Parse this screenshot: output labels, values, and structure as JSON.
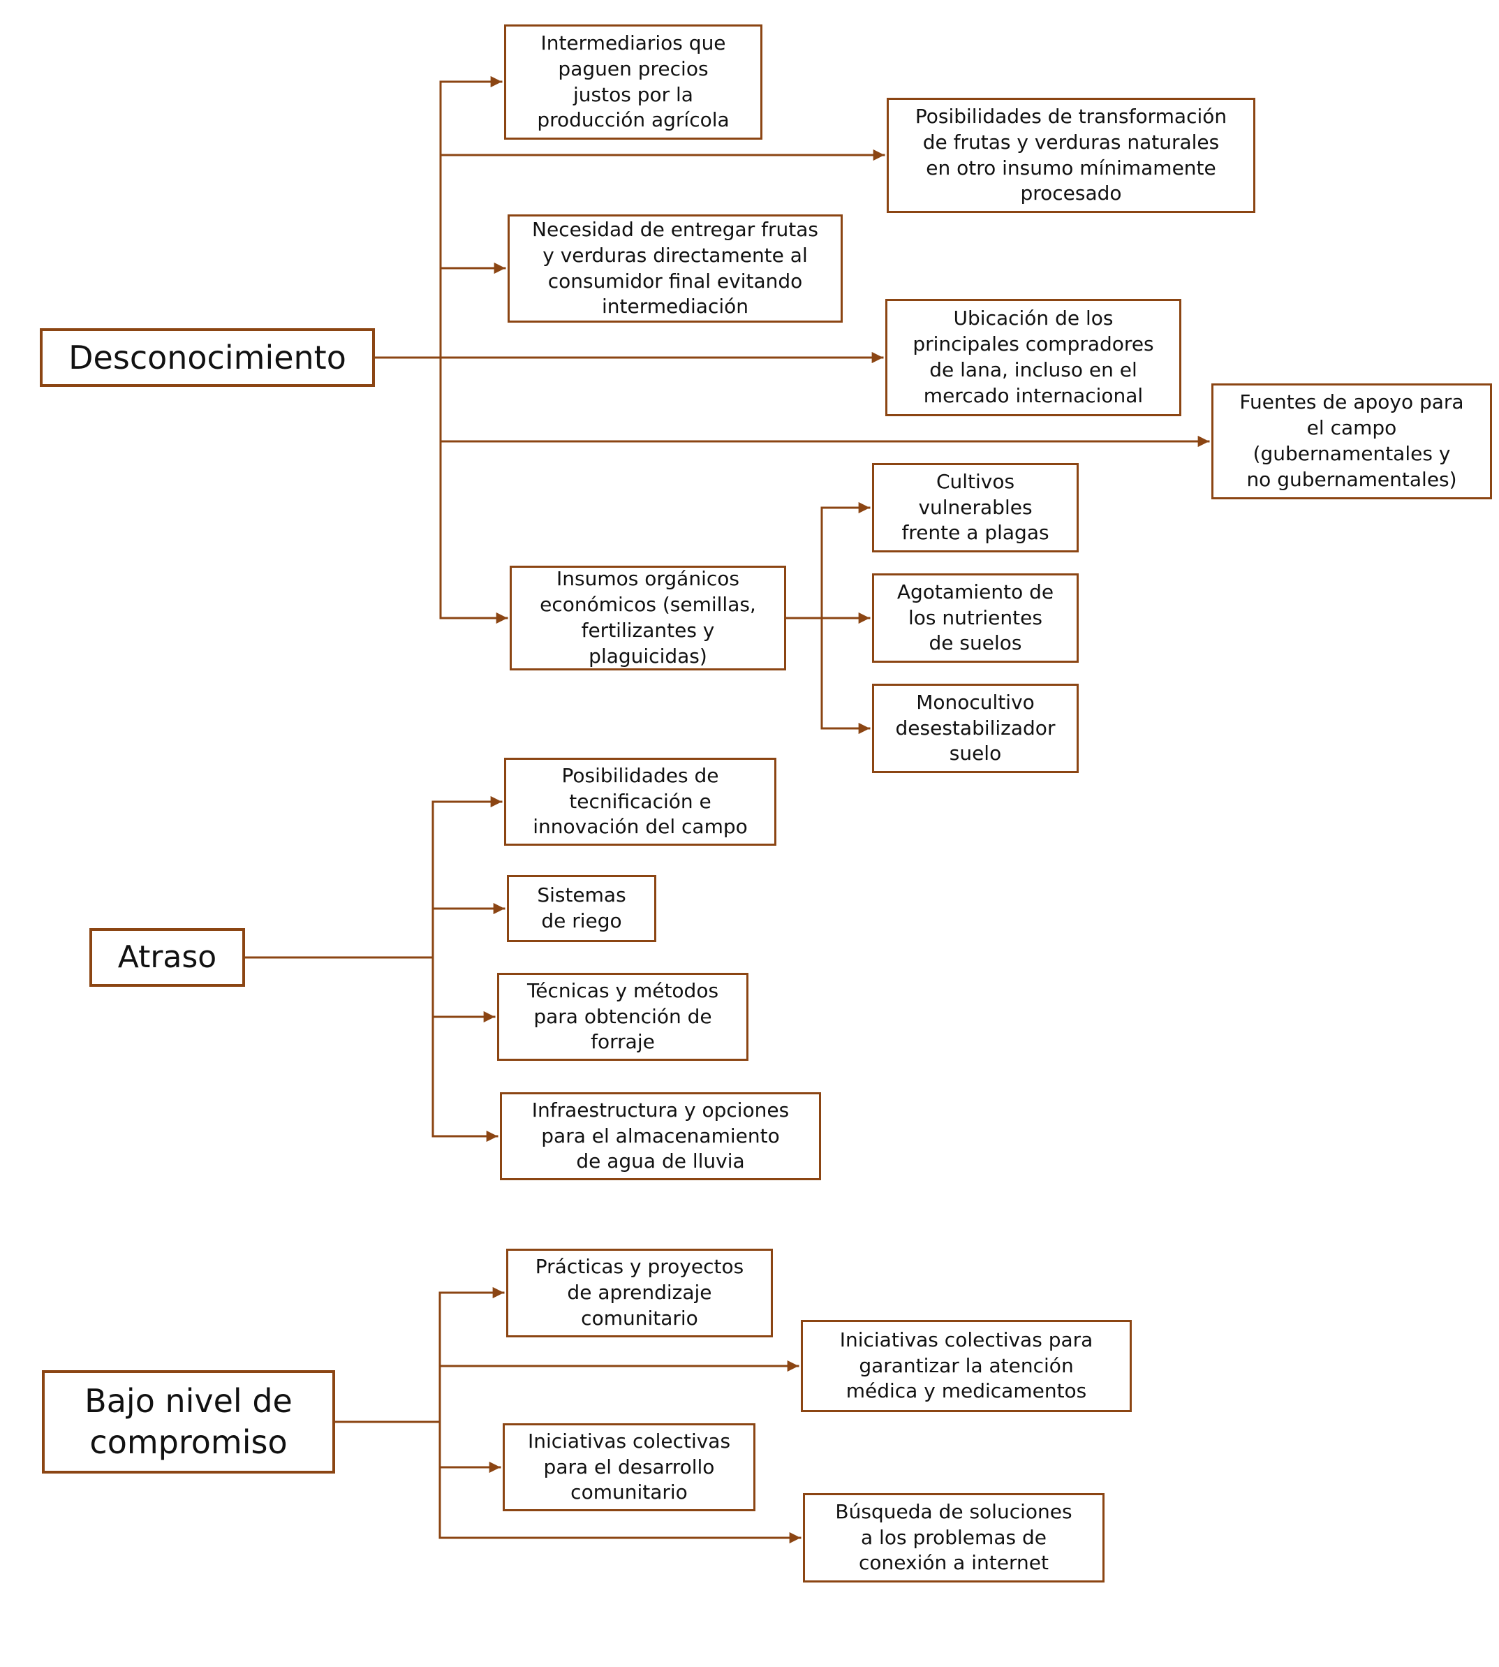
{
  "diagram": {
    "background": "#FFFFFF",
    "connector_color": "#8B4513",
    "text_color": "#111111",
    "groups": [
      {
        "root": {
          "label": "Desconocimiento"
        },
        "children": [
          {
            "label": "Intermediarios que\npaguen precios\njustos por la\nproducción agrícola"
          },
          {
            "label": "Posibilidades de transformación\nde frutas y verduras naturales\nen otro insumo mínimamente\nprocesado"
          },
          {
            "label": "Necesidad de entregar frutas\ny verduras directamente al\nconsumidor final evitando\nintermediación"
          },
          {
            "label": "Ubicación de los\nprincipales compradores\nde lana, incluso en el\nmercado internacional"
          },
          {
            "label": "Fuentes de apoyo para\nel campo\n(gubernamentales y\nno gubernamentales)"
          },
          {
            "label": "Insumos orgánicos\neconómicos (semillas,\nfertilizantes y\nplaguicidas)",
            "children": [
              {
                "label": "Cultivos\nvulnerables\nfrente a plagas"
              },
              {
                "label": "Agotamiento de\nlos nutrientes\nde suelos"
              },
              {
                "label": "Monocultivo\ndesestabilizador\nsuelo"
              }
            ]
          }
        ]
      },
      {
        "root": {
          "label": "Atraso"
        },
        "children": [
          {
            "label": "Posibilidades de\ntecnificación e\ninnovación del campo"
          },
          {
            "label": "Sistemas\nde riego"
          },
          {
            "label": "Técnicas y métodos\npara obtención de\nforraje"
          },
          {
            "label": "Infraestructura y opciones\npara el almacenamiento\nde agua de lluvia"
          }
        ]
      },
      {
        "root": {
          "label": "Bajo nivel de\ncompromiso"
        },
        "children": [
          {
            "label": "Prácticas y proyectos\nde aprendizaje\ncomunitario"
          },
          {
            "label": "Iniciativas colectivas para\ngarantizar la atención\nmédica y medicamentos"
          },
          {
            "label": "Iniciativas colectivas\npara el desarrollo\ncomunitario"
          },
          {
            "label": "Búsqueda de soluciones\na los problemas de\nconexión a internet"
          }
        ]
      }
    ]
  }
}
